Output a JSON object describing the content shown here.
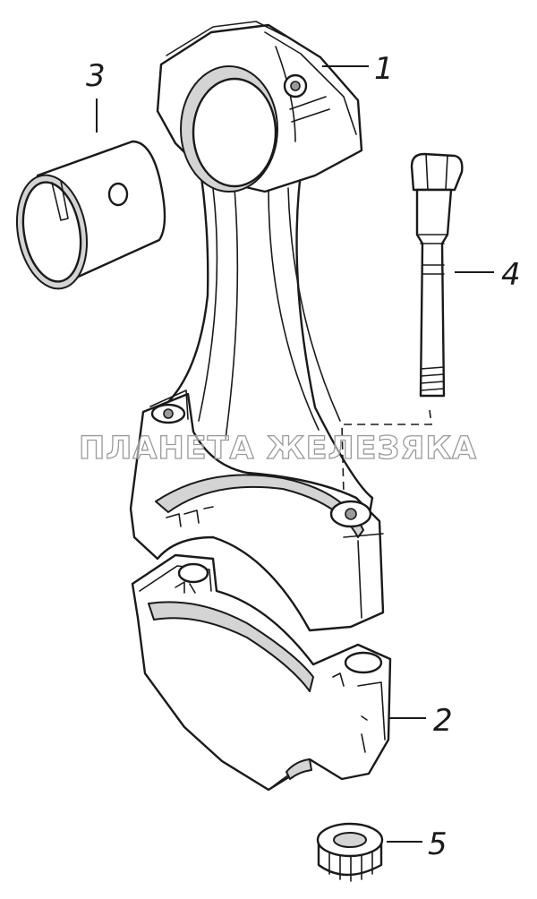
{
  "diagram": {
    "callouts": [
      {
        "id": "1",
        "label": "1"
      },
      {
        "id": "2",
        "label": "2"
      },
      {
        "id": "3",
        "label": "3"
      },
      {
        "id": "4",
        "label": "4"
      },
      {
        "id": "5",
        "label": "5"
      }
    ],
    "watermark": "ПЛАНЕТА ЖЕЛЕЗЯКА",
    "colors": {
      "line": "#1a1a1a",
      "shade": "#d4d4d4",
      "watermark_outline": "#9a9a9a",
      "background": "#ffffff"
    }
  }
}
